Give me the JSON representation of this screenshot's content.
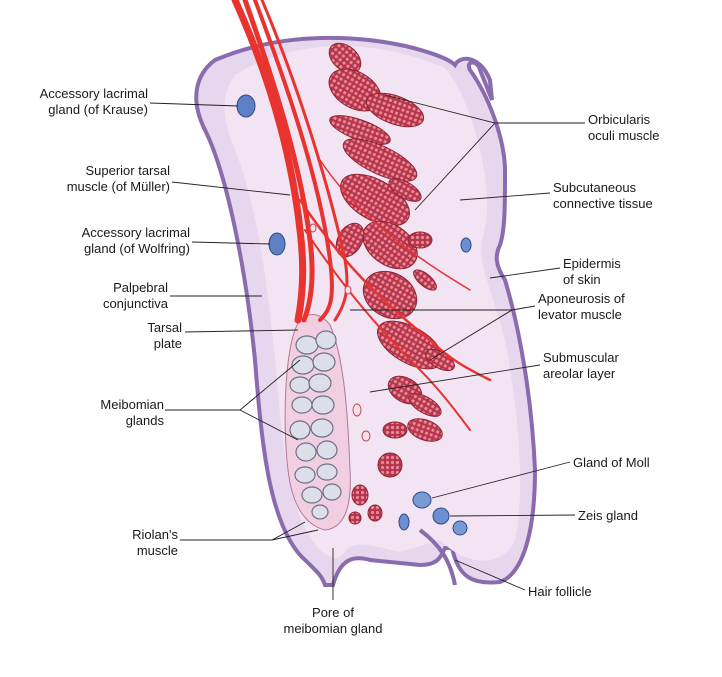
{
  "figure": {
    "colors": {
      "skin_outline": "#8a6cae",
      "skin_fill": "#e8d8ee",
      "stroma_fill": "#f3e4f2",
      "muscle_red": "#e8332f",
      "muscle_bundle": "#c83c4a",
      "gland_fill": "#f0d0de",
      "gland_lobule": "#d8dce8",
      "vessel_blue": "#4a6fb5"
    },
    "labels": {
      "accessory_krause": "Accessory lacrimal\ngland (of Krause)",
      "superior_tarsal": "Superior tarsal\nmuscle (of Müller)",
      "accessory_wolfring": "Accessory lacrimal\ngland (of Wolfring)",
      "palpebral_conjunctiva": "Palpebral\nconjunctiva",
      "tarsal_plate": "Tarsal\nplate",
      "meibomian_glands": "Meibomian\nglands",
      "riolans_muscle": "Riolan's\nmuscle",
      "pore_meibomian": "Pore of\nmeibomian gland",
      "orbicularis": "Orbicularis\noculi muscle",
      "subcutaneous": "Subcutaneous\nconnective tissue",
      "epidermis": "Epidermis\nof skin",
      "aponeurosis": "Aponeurosis of\nlevator muscle",
      "submuscular": "Submuscular\nareolar layer",
      "gland_moll": "Gland of Moll",
      "zeis": "Zeis gland",
      "hair_follicle": "Hair follicle"
    }
  }
}
